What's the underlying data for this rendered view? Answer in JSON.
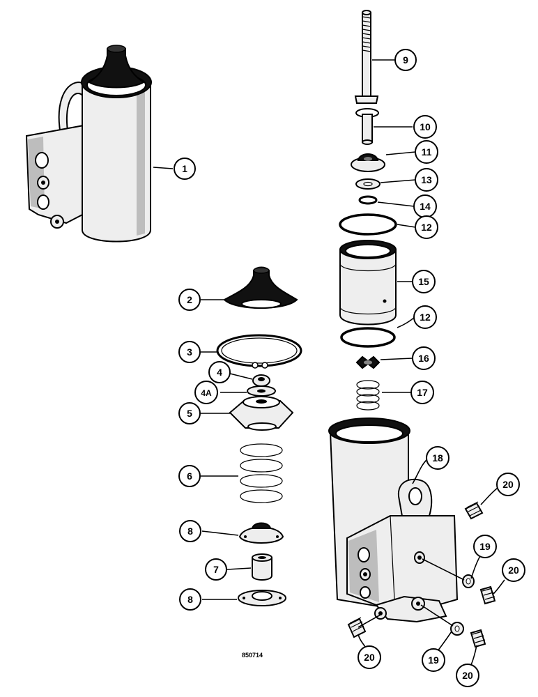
{
  "figure_number": "850714",
  "callouts": [
    {
      "id": "c1",
      "label": "1"
    },
    {
      "id": "c2",
      "label": "2"
    },
    {
      "id": "c3",
      "label": "3"
    },
    {
      "id": "c4",
      "label": "4"
    },
    {
      "id": "c4a",
      "label": "4A"
    },
    {
      "id": "c5",
      "label": "5"
    },
    {
      "id": "c6",
      "label": "6"
    },
    {
      "id": "c8a",
      "label": "8"
    },
    {
      "id": "c7",
      "label": "7"
    },
    {
      "id": "c8b",
      "label": "8"
    },
    {
      "id": "c9",
      "label": "9"
    },
    {
      "id": "c10",
      "label": "10"
    },
    {
      "id": "c11",
      "label": "11"
    },
    {
      "id": "c13",
      "label": "13"
    },
    {
      "id": "c14",
      "label": "14"
    },
    {
      "id": "c12a",
      "label": "12"
    },
    {
      "id": "c15",
      "label": "15"
    },
    {
      "id": "c12b",
      "label": "12"
    },
    {
      "id": "c16",
      "label": "16"
    },
    {
      "id": "c17",
      "label": "17"
    },
    {
      "id": "c18",
      "label": "18"
    },
    {
      "id": "c20a",
      "label": "20"
    },
    {
      "id": "c19a",
      "label": "19"
    },
    {
      "id": "c20b",
      "label": "20"
    },
    {
      "id": "c20c",
      "label": "20"
    },
    {
      "id": "c19b",
      "label": "19"
    },
    {
      "id": "c20d",
      "label": "20"
    }
  ]
}
